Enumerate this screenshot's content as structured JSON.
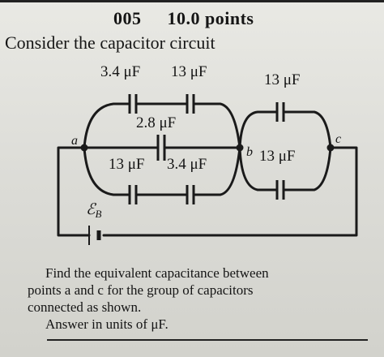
{
  "problem": {
    "number": "005",
    "points": "10.0 points",
    "intro": "Consider the capacitor circuit"
  },
  "circuit": {
    "nodes": [
      "a",
      "b",
      "c"
    ],
    "battery_label": "ℰ_B",
    "capacitors": [
      {
        "id": "C1",
        "label": "3.4 μF",
        "branch": "a-b upper arc, left",
        "value_uF": 3.4
      },
      {
        "id": "C2",
        "label": "13 μF",
        "branch": "a-b upper arc, right",
        "value_uF": 13
      },
      {
        "id": "C3",
        "label": "2.8 μF",
        "branch": "a-b middle straight",
        "value_uF": 2.8
      },
      {
        "id": "C4",
        "label": "13 μF",
        "branch": "a-b lower arc, left",
        "value_uF": 13
      },
      {
        "id": "C5",
        "label": "3.4 μF",
        "branch": "a-b lower arc, right",
        "value_uF": 3.4
      },
      {
        "id": "C6",
        "label": "13 μF",
        "branch": "b-c upper arc",
        "value_uF": 13
      },
      {
        "id": "C7",
        "label": "13 μF",
        "branch": "b-c lower arc",
        "value_uF": 13
      }
    ]
  },
  "question": {
    "lines": [
      "Find the equivalent capacitance between",
      "points a and c for the group of capacitors",
      "connected as shown.",
      "Answer in units of μF."
    ]
  }
}
